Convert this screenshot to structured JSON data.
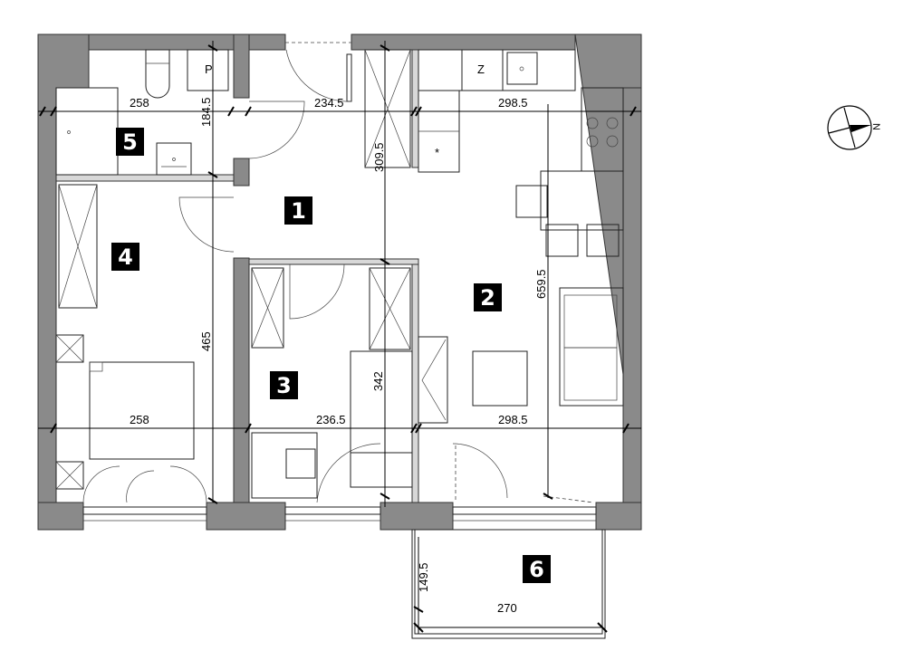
{
  "plan": {
    "rooms": [
      {
        "number": "1"
      },
      {
        "number": "2"
      },
      {
        "number": "3"
      },
      {
        "number": "4"
      },
      {
        "number": "5"
      },
      {
        "number": "6"
      }
    ],
    "dimensions": {
      "bath_width": "258",
      "bath_depth": "184.5",
      "hall_width": "234.5",
      "hall_depth": "309.5",
      "kitchen_width_top": "298.5",
      "living_depth": "659.5",
      "bedroom_depth": "465",
      "bedroom_width": "258",
      "room3_width": "236.5",
      "room3_depth": "342",
      "living_width_bottom": "298.5",
      "balcony_depth": "149.5",
      "balcony_width": "270"
    },
    "fixtures": {
      "washer_label": "P",
      "fridge_label": "Z",
      "hood_symbol": "*"
    },
    "compass": {
      "north_label": "N"
    }
  }
}
